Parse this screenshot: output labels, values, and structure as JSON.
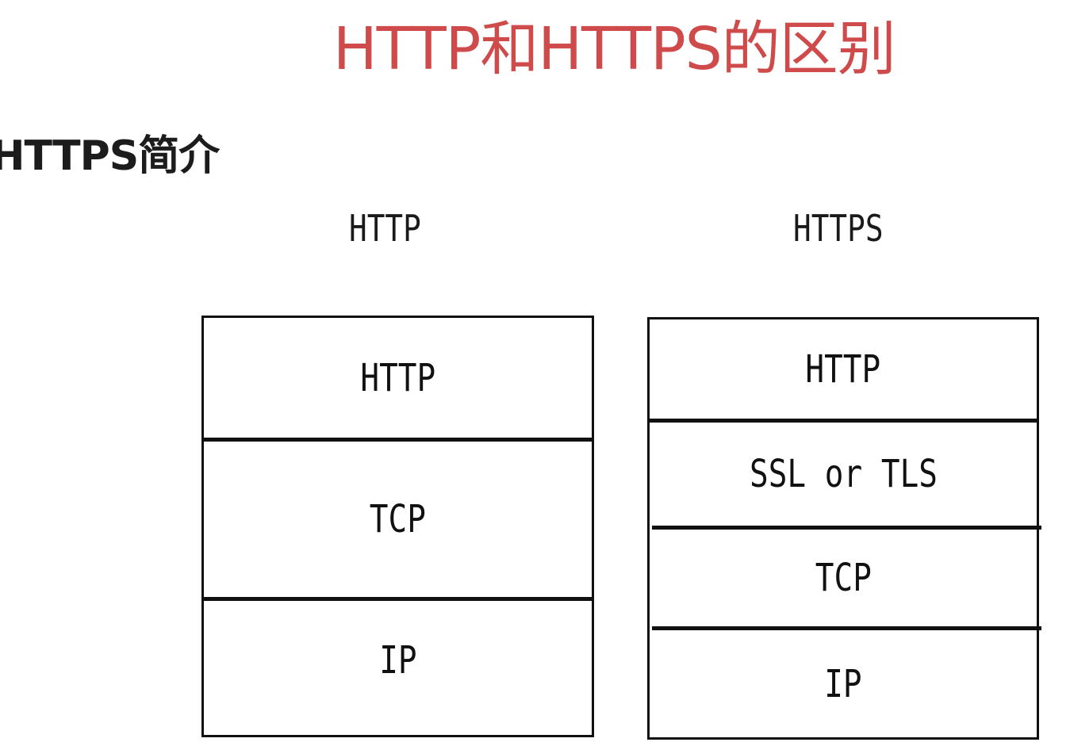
{
  "title": "HTTP和HTTPS的区别",
  "section_heading": "HTTPS简介",
  "diagram": {
    "http_column": {
      "label": "HTTP",
      "layers": [
        "HTTP",
        "TCP",
        "IP"
      ]
    },
    "https_column": {
      "label": "HTTPS",
      "layers": [
        "HTTP",
        "SSL or TLS",
        "TCP",
        "IP"
      ]
    }
  },
  "colors": {
    "title": "#cf4b4b",
    "text": "#1a1a1a",
    "border": "#111111",
    "background": "#ffffff"
  }
}
